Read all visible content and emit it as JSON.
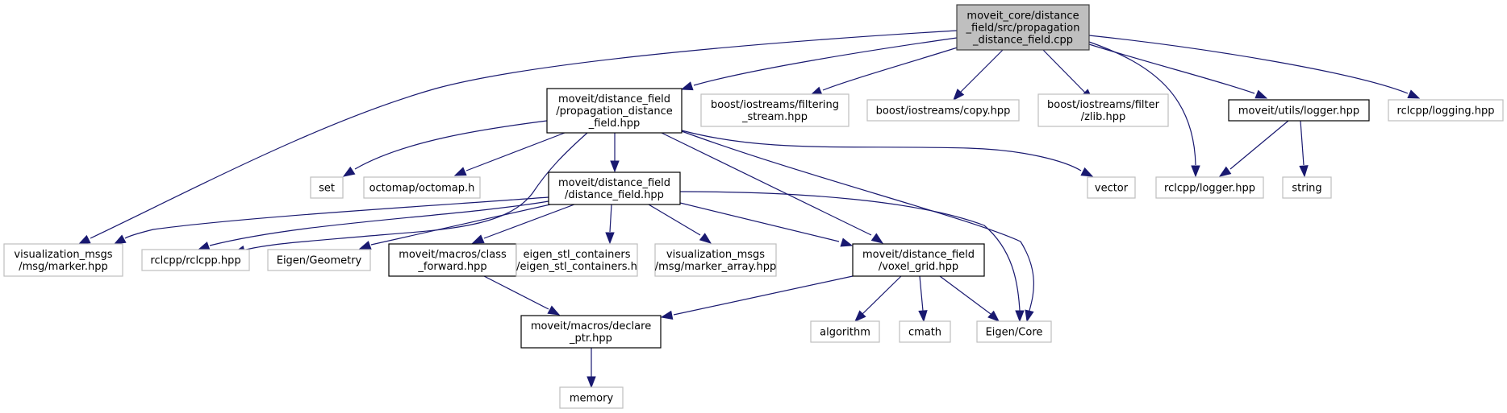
{
  "diagram": {
    "type": "include-dependency-graph",
    "colors": {
      "edge": "#191970",
      "root_fill": "#bfbfbf",
      "root_border": "#404040",
      "documented_border": "#000000",
      "external_border": "#bfbfbf",
      "node_fill": "#ffffff"
    },
    "nodes": [
      {
        "id": "root",
        "kind": "root",
        "lines": [
          "moveit_core/distance",
          "_field/src/propagation",
          "_distance_field.cpp"
        ]
      },
      {
        "id": "prop_df",
        "kind": "documented",
        "lines": [
          "moveit/distance_field",
          "/propagation_distance",
          "_field.hpp"
        ]
      },
      {
        "id": "filtering_stream",
        "kind": "external",
        "lines": [
          "boost/iostreams/filtering",
          "_stream.hpp"
        ]
      },
      {
        "id": "copy",
        "kind": "external",
        "lines": [
          "boost/iostreams/copy.hpp"
        ]
      },
      {
        "id": "zlib",
        "kind": "external",
        "lines": [
          "boost/iostreams/filter",
          "/zlib.hpp"
        ]
      },
      {
        "id": "utils_logger",
        "kind": "documented",
        "lines": [
          "moveit/utils/logger.hpp"
        ]
      },
      {
        "id": "rclcpp_logging",
        "kind": "external",
        "lines": [
          "rclcpp/logging.hpp"
        ]
      },
      {
        "id": "set",
        "kind": "external",
        "lines": [
          "set"
        ]
      },
      {
        "id": "octomap",
        "kind": "external",
        "lines": [
          "octomap/octomap.h"
        ]
      },
      {
        "id": "distance_field",
        "kind": "documented",
        "lines": [
          "moveit/distance_field",
          "/distance_field.hpp"
        ]
      },
      {
        "id": "vector",
        "kind": "external",
        "lines": [
          "vector"
        ]
      },
      {
        "id": "rclcpp_logger",
        "kind": "external",
        "lines": [
          "rclcpp/logger.hpp"
        ]
      },
      {
        "id": "string",
        "kind": "external",
        "lines": [
          "string"
        ]
      },
      {
        "id": "marker",
        "kind": "external",
        "lines": [
          "visualization_msgs",
          "/msg/marker.hpp"
        ]
      },
      {
        "id": "rclcpp",
        "kind": "external",
        "lines": [
          "rclcpp/rclcpp.hpp"
        ]
      },
      {
        "id": "eigen_geometry",
        "kind": "external",
        "lines": [
          "Eigen/Geometry"
        ]
      },
      {
        "id": "class_forward",
        "kind": "documented",
        "lines": [
          "moveit/macros/class",
          "_forward.hpp"
        ]
      },
      {
        "id": "eigen_stl",
        "kind": "external",
        "lines": [
          "eigen_stl_containers",
          "/eigen_stl_containers.h"
        ]
      },
      {
        "id": "marker_array",
        "kind": "external",
        "lines": [
          "visualization_msgs",
          "/msg/marker_array.hpp"
        ]
      },
      {
        "id": "voxel_grid",
        "kind": "documented",
        "lines": [
          "moveit/distance_field",
          "/voxel_grid.hpp"
        ]
      },
      {
        "id": "declare_ptr",
        "kind": "documented",
        "lines": [
          "moveit/macros/declare",
          "_ptr.hpp"
        ]
      },
      {
        "id": "algorithm",
        "kind": "external",
        "lines": [
          "algorithm"
        ]
      },
      {
        "id": "cmath",
        "kind": "external",
        "lines": [
          "cmath"
        ]
      },
      {
        "id": "eigen_core",
        "kind": "external",
        "lines": [
          "Eigen/Core"
        ]
      },
      {
        "id": "memory",
        "kind": "external",
        "lines": [
          "memory"
        ]
      }
    ],
    "edges": [
      {
        "from": "root",
        "to": "prop_df"
      },
      {
        "from": "root",
        "to": "filtering_stream"
      },
      {
        "from": "root",
        "to": "copy"
      },
      {
        "from": "root",
        "to": "zlib"
      },
      {
        "from": "root",
        "to": "utils_logger"
      },
      {
        "from": "root",
        "to": "rclcpp_logging"
      },
      {
        "from": "root",
        "to": "rclcpp_logger"
      },
      {
        "from": "root",
        "to": "marker"
      },
      {
        "from": "prop_df",
        "to": "set"
      },
      {
        "from": "prop_df",
        "to": "octomap"
      },
      {
        "from": "prop_df",
        "to": "distance_field"
      },
      {
        "from": "prop_df",
        "to": "vector"
      },
      {
        "from": "prop_df",
        "to": "rclcpp"
      },
      {
        "from": "prop_df",
        "to": "voxel_grid"
      },
      {
        "from": "prop_df",
        "to": "eigen_core"
      },
      {
        "from": "utils_logger",
        "to": "rclcpp_logger"
      },
      {
        "from": "utils_logger",
        "to": "string"
      },
      {
        "from": "distance_field",
        "to": "marker"
      },
      {
        "from": "distance_field",
        "to": "rclcpp"
      },
      {
        "from": "distance_field",
        "to": "eigen_geometry"
      },
      {
        "from": "distance_field",
        "to": "class_forward"
      },
      {
        "from": "distance_field",
        "to": "eigen_stl"
      },
      {
        "from": "distance_field",
        "to": "marker_array"
      },
      {
        "from": "distance_field",
        "to": "voxel_grid"
      },
      {
        "from": "distance_field",
        "to": "eigen_core"
      },
      {
        "from": "class_forward",
        "to": "declare_ptr"
      },
      {
        "from": "voxel_grid",
        "to": "declare_ptr"
      },
      {
        "from": "voxel_grid",
        "to": "algorithm"
      },
      {
        "from": "voxel_grid",
        "to": "cmath"
      },
      {
        "from": "voxel_grid",
        "to": "eigen_core"
      },
      {
        "from": "declare_ptr",
        "to": "memory"
      }
    ]
  }
}
